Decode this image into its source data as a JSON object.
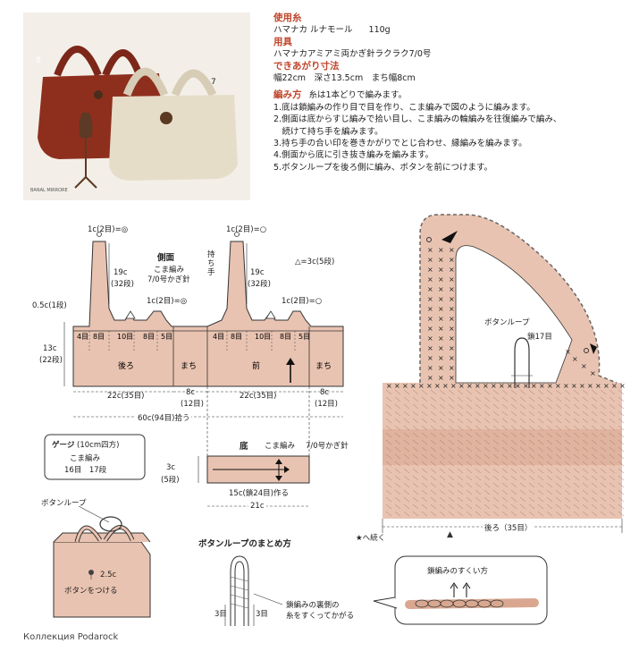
{
  "photo": {
    "label_left": "8",
    "label_right": "7",
    "caption": "BANAL MIRRORE"
  },
  "info": {
    "yarn_heading": "使用糸",
    "yarn_value": "ハマナカ ルナモール",
    "yarn_amount": "110g",
    "tools_heading": "用具",
    "tools_value": "ハマナカアミアミ両かぎ針ラクラク7/0号",
    "size_heading": "できあがり寸法",
    "size_value": "幅22cm　深さ13.5cm　まち幅8cm",
    "method_heading": "編み方",
    "method_intro": "糸は1本どりで編みます。",
    "steps": [
      "1.底は鎖編みの作り目で目を作り、こま編みで図のように編みます。",
      "2.側面は底からすじ編みで拾い目し、こま編みの輪編みを往復編みで編み、",
      "　続けて持ち手を編みます。",
      "3.持ち手の合い印を巻きかがりでとじ合わせ、縁編みを編みます。",
      "4.側面から底に引き抜き編みを編みます。",
      "5.ボタンループを後ろ側に編み、ボタンを前につけます。"
    ]
  },
  "side": {
    "title": "側面",
    "stitch": "こま編み",
    "hook": "7/0号かぎ針",
    "handle_top": "1c(2目)=◎",
    "handle_top2": "1c(2目)=○",
    "handle_len": "19c",
    "handle_rows": "(32段)",
    "handle_len2": "19c",
    "handle_rows2": "(32段)",
    "handle_label": "持ち手",
    "mid_mark": "1c(2目)=◎",
    "tri_note": "△=3c(5段)",
    "right_mark": "1c(2目)=○",
    "left_dim": "0.5c(1段)",
    "height": "13c",
    "height_rows": "(22段)",
    "back": "後ろ",
    "gusset": "まち",
    "front": "前",
    "gusset2": "まち",
    "counts": [
      "4目",
      "8目",
      "10目",
      "8目",
      "5目",
      "4目",
      "8目",
      "10目",
      "8目",
      "5目"
    ],
    "w1": "22c(35目)",
    "w2": "8c",
    "w2b": "(12目)",
    "w3": "22c(35目)",
    "w4": "8c",
    "w4b": "(12目)",
    "total": "60c(94目)拾う"
  },
  "gauge": {
    "title": "ゲージ",
    "unit": "(10cm四方)",
    "stitch": "こま編み",
    "value_sts": "16目",
    "value_rows": "17段"
  },
  "bottom": {
    "title": "底",
    "stitch": "こま編み",
    "hook": "7/0号かぎ針",
    "height": "3c",
    "height_rows": "(5段)",
    "chain": "15c(鎖24目)作る",
    "width": "21c"
  },
  "assembly": {
    "loop_label": "ボタンループ",
    "dim": "2.5c",
    "button": "ボタンをつける"
  },
  "loop_method": {
    "title": "ボタンループのまとめ方",
    "left": "3目",
    "right": "3目",
    "note1": "鎖編みの裏側の",
    "note2": "糸をすくってかがる"
  },
  "chart": {
    "loop_label": "ボタンループ",
    "loop_count": "鎖17目",
    "back_label": "後ろ（35目）",
    "continue": "★へ続く",
    "bubble_title": "鎖編みのすくい方"
  },
  "credit": "Коллекция Podarock",
  "colors": {
    "pink": "#e9c3b1",
    "pink_dark": "#d9a790",
    "red": "#c0452b",
    "line": "#333333",
    "bag_red": "#8e2f1e",
    "bag_cream": "#e6ddc9"
  }
}
